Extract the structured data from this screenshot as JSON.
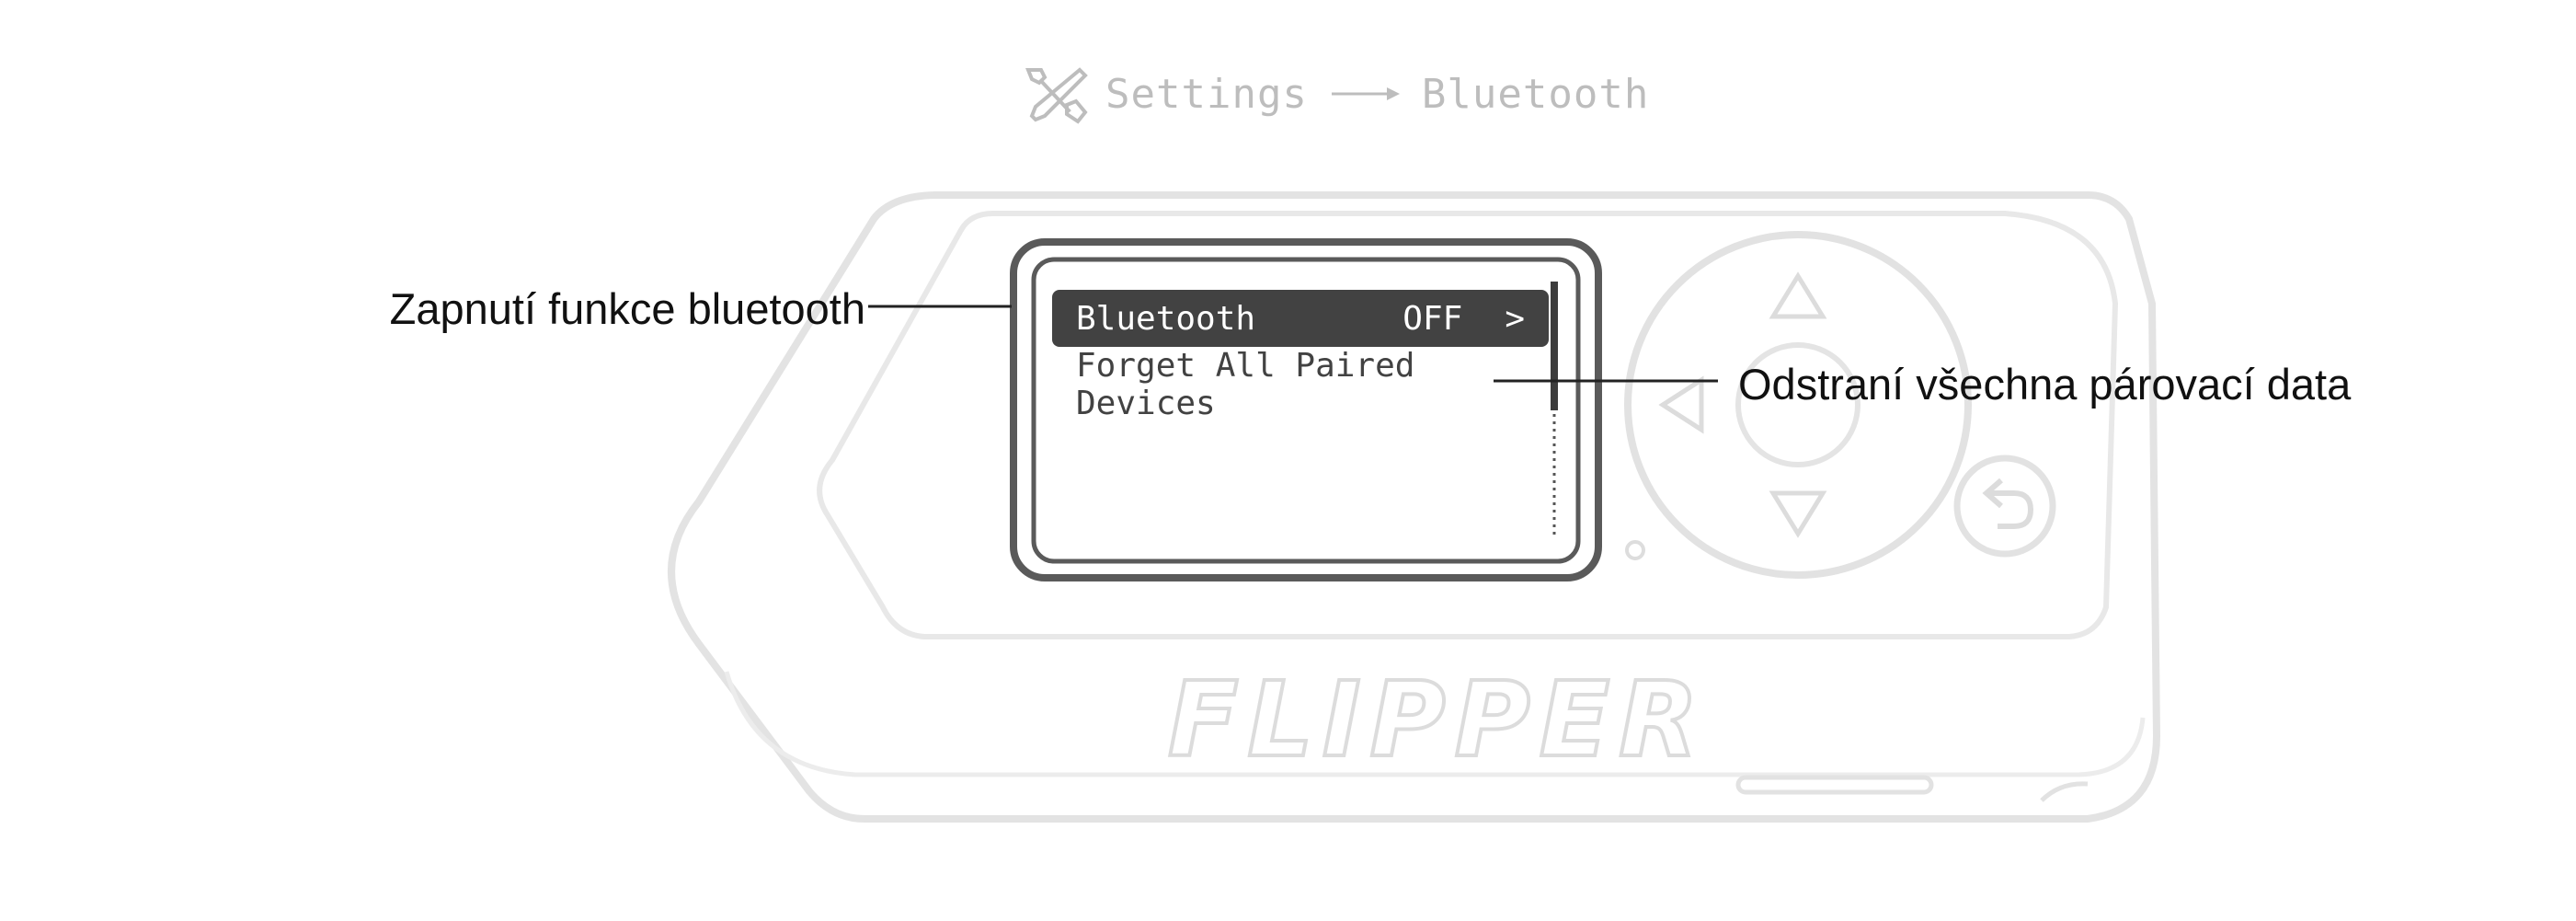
{
  "breadcrumb": {
    "icon": "settings-tools-icon",
    "root": "Settings",
    "separator_icon": "arrow-right-icon",
    "current": "Bluetooth"
  },
  "menu": {
    "items": [
      {
        "label": "Bluetooth",
        "value": "OFF",
        "chevron": ">",
        "selected": true
      },
      {
        "label": "Forget All Paired Devices",
        "selected": false
      }
    ]
  },
  "callouts": {
    "left": "Zapnutí funkce bluetooth",
    "right": "Odstraní všechna párovací data"
  },
  "device": {
    "brand_logo": "FLIPPER"
  },
  "colors": {
    "outline": "#d9d9d9",
    "screen_frame": "#5a5a5a",
    "selected_row": "#424242",
    "breadcrumb_text": "#bdbdbd"
  }
}
